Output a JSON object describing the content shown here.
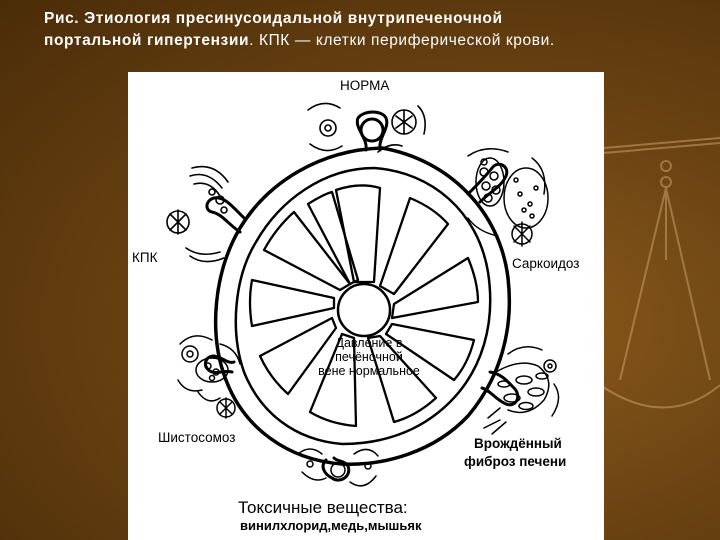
{
  "caption": {
    "prefix": "Рис.",
    "bold_title_line1": "Этиология пресинусоидальной внутрипеченочной",
    "bold_title_line2": "портальной гипертензии",
    "note": ". КПК — клетки периферической крови."
  },
  "diagram": {
    "labels": {
      "norm": "НОРМА",
      "kpk": "КПК",
      "sarcoidosis": "Саркоидоз",
      "schistosomiasis": "Шистосомоз",
      "congenital_line1": "Врождённый",
      "congenital_line2": "фиброз печени",
      "toxic_title": "Токсичные вещества:",
      "toxic_list": "винилхлорид,медь,мышьяк",
      "center_line1": "Давление в",
      "center_line2": "печёночной",
      "center_line3": "вене нормальное"
    },
    "colors": {
      "background": "#6b4312",
      "panel": "#ffffff",
      "ink": "#000000",
      "caption_text": "#ffffff"
    }
  }
}
